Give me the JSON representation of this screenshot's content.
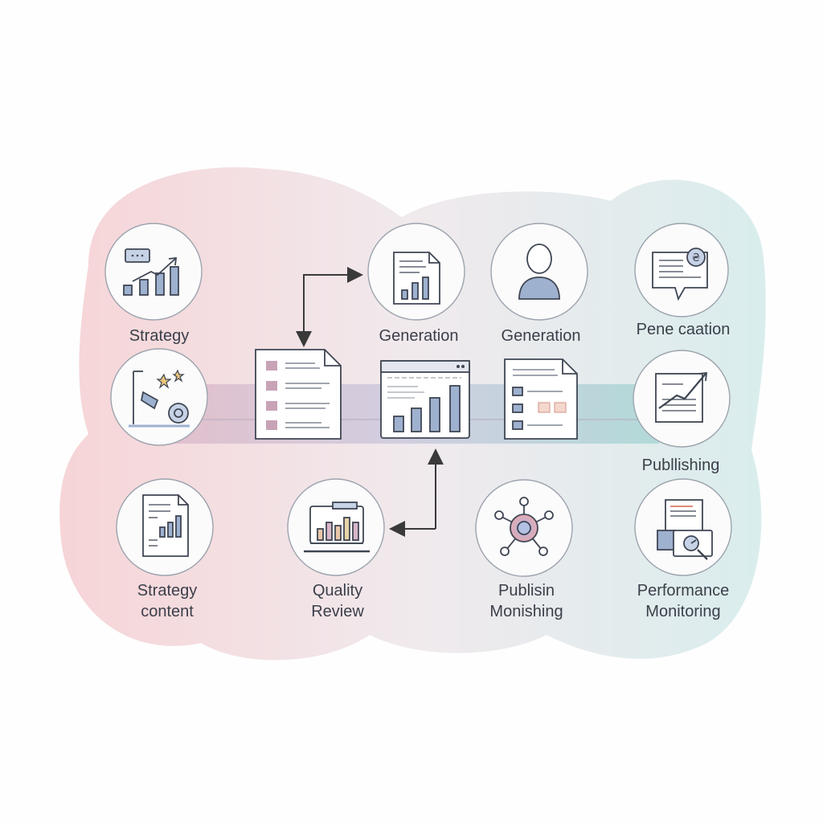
{
  "colors": {
    "blob_left": "#f3c9cc",
    "blob_right": "#cfe6e6",
    "band_left": "#dcb4c4",
    "band_right": "#9fd0cf",
    "circle_stroke": "#9ca3ad",
    "icon_stroke": "#3f4653",
    "icon_blue": "#9eb1cf",
    "icon_pink": "#c8a3b6",
    "arrow": "#3a3a3a"
  },
  "nodes": [
    {
      "id": "strategy",
      "icon": "chart-growth-icon",
      "lines": [
        "Strategy"
      ]
    },
    {
      "id": "generation-doc",
      "icon": "document-chart-icon",
      "lines": [
        "Generation"
      ]
    },
    {
      "id": "generation-person",
      "icon": "person-icon",
      "lines": [
        "Generation"
      ]
    },
    {
      "id": "pene-caation",
      "icon": "chat-document-icon",
      "lines": [
        "Pene caation"
      ]
    },
    {
      "id": "machine",
      "icon": "machine-icon",
      "lines": []
    },
    {
      "id": "publishing",
      "icon": "trend-document-icon",
      "lines": [
        "Publlishing"
      ]
    },
    {
      "id": "strategy-content",
      "icon": "report-icon",
      "lines": [
        "Strategy",
        "content"
      ]
    },
    {
      "id": "quality-review",
      "icon": "laptop-chart-icon",
      "lines": [
        "Quality",
        "Review"
      ]
    },
    {
      "id": "publisin-monishing",
      "icon": "network-hub-icon",
      "lines": [
        "Publisin",
        "Monishing"
      ]
    },
    {
      "id": "performance-monitoring",
      "icon": "dashboard-icon",
      "lines": [
        "Performance",
        "Monitoring"
      ]
    }
  ],
  "center_items": [
    {
      "id": "list-document",
      "icon": "list-document-icon"
    },
    {
      "id": "browser-chart",
      "icon": "browser-chart-icon"
    },
    {
      "id": "checklist-document",
      "icon": "checklist-document-icon"
    }
  ]
}
